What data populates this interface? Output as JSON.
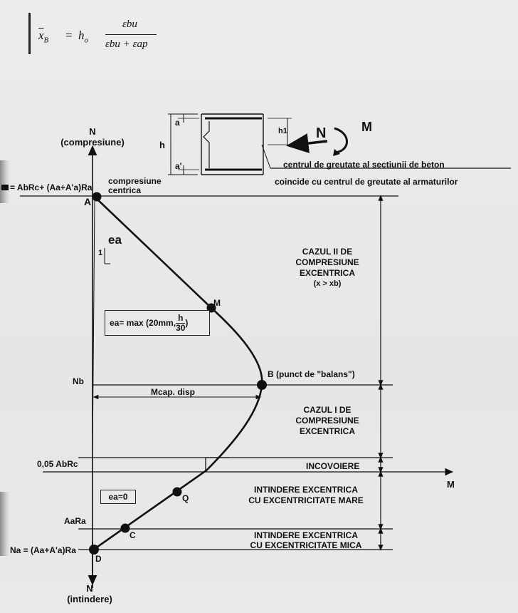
{
  "formula": {
    "lhs": "x",
    "lhs_sub": "B",
    "equals": "=",
    "h": "h",
    "h_sub": "o",
    "num": "εbu",
    "den": "εbu + εap"
  },
  "axis": {
    "n_top": "N",
    "n_top_note": "(compresiune)",
    "n_bottom": "N",
    "n_bottom_note": "(intindere)",
    "m": "M"
  },
  "left_labels": {
    "n0": "= AbRc+ (Aa+A'a)Ra",
    "nb": "Nb",
    "n005": "0,05 AbRc",
    "aara": "AaRa",
    "nt": "Na = (Aa+A'a)Ra"
  },
  "points": {
    "A": "A",
    "M": "M",
    "B": "B (punct de \"balans\")",
    "Q": "Q",
    "C": "C",
    "D": "D"
  },
  "annotations": {
    "compresiune_centrica_1": "compresiune",
    "compresiune_centrica_2": "centrica",
    "ea": "ea",
    "one": "1",
    "ea_formula_prefix": "ea= max (20mm,",
    "ea_frac_top": "h",
    "ea_frac_bottom": "30",
    "ea_formula_suffix": ")",
    "ea_zero": "ea=0",
    "m_cap": "Mcap. disp"
  },
  "section": {
    "a": "a",
    "a_prime": "a'",
    "h": "h",
    "h1": "h1",
    "n": "N",
    "m": "M",
    "note1": "centrul de greutate al sectiunii de beton",
    "note2": "coincide cu centrul de greutate al armaturilor"
  },
  "zones": {
    "caz2_1": "CAZUL II DE",
    "caz2_2": "COMPRESIUNE",
    "caz2_3": "EXCENTRICA",
    "caz2_4": "(x > xb)",
    "caz1_1": "CAZUL I DE",
    "caz1_2": "COMPRESIUNE",
    "caz1_3": "EXCENTRICA",
    "incovoiere": "INCOVOIERE",
    "ie_mare_1": "INTINDERE EXCENTRICA",
    "ie_mare_2": "CU EXCENTRICITATE MARE",
    "ie_mica_1": "INTINDERE EXCENTRICA",
    "ie_mica_2": "CU EXCENTRICITATE MICA"
  }
}
